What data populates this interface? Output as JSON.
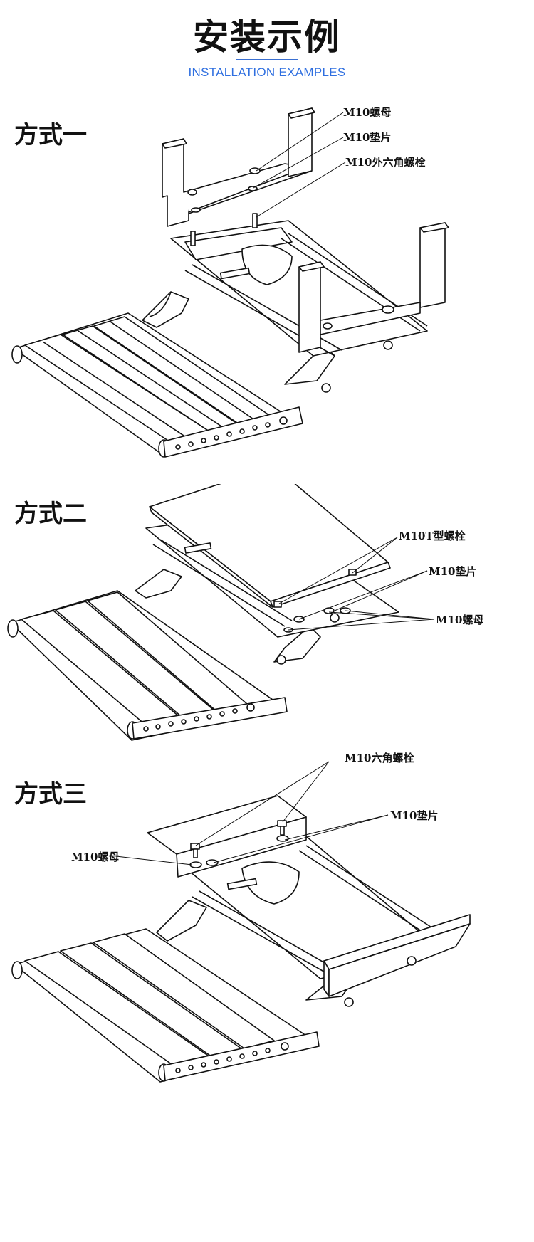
{
  "header": {
    "title": "安装示例",
    "subtitle": "INSTALLATION EXAMPLES",
    "accent_color": "#2f6fe0"
  },
  "methods": [
    {
      "label": "方式一",
      "callouts": [
        "M10螺母",
        "M10垫片",
        "M10外六角螺栓"
      ]
    },
    {
      "label": "方式二",
      "callouts": [
        "M10T型螺栓",
        "M10垫片",
        "M10螺母"
      ]
    },
    {
      "label": "方式三",
      "callouts": [
        "M10六角螺栓",
        "M10垫片",
        "M10螺母"
      ]
    }
  ]
}
